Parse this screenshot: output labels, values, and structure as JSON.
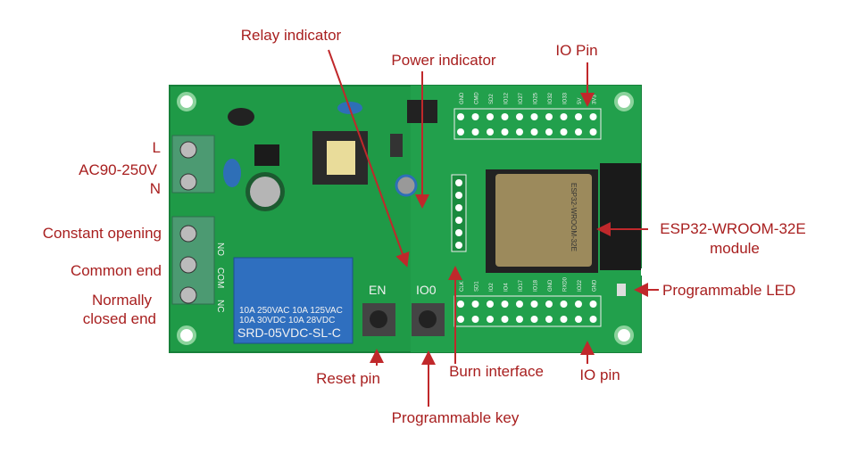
{
  "labels": {
    "relay_indicator": "Relay indicator",
    "power_indicator": "Power indicator",
    "io_pin_top": "IO Pin",
    "l": "L",
    "ac_voltage": "AC90-250V",
    "n": "N",
    "constant_opening": "Constant opening",
    "common_end": "Common end",
    "normally": "Normally",
    "closed_end": "closed end",
    "esp32_module_line1": "ESP32-WROOM-32E",
    "esp32_module_line2": "module",
    "programmable_led": "Programmable LED",
    "reset_pin": "Reset pin",
    "burn_interface": "Burn interface",
    "io_pin_bottom": "IO pin",
    "programmable_key": "Programmable key"
  },
  "board": {
    "button_en": "EN",
    "button_io0": "IO0",
    "terminal_no": "NO",
    "terminal_com": "COM",
    "terminal_nc": "NC",
    "relay_line1": "10A 250VAC  10A 125VAC",
    "relay_line2": "10A  30VDC  10A  28VDC",
    "relay_model": "SRD-05VDC-SL-C",
    "module_text": "ESP32-WROOM-32E",
    "top_pins": [
      "GND",
      "CMD",
      "SD2",
      "IO12",
      "IO27",
      "IO25",
      "IO32",
      "IO33",
      "5V",
      "3V3"
    ],
    "bottom_pins": [
      "CLK",
      "SD1",
      "IO2",
      "IO4",
      "IO17",
      "IO18",
      "GND",
      "RXD0",
      "IO22",
      "GND"
    ]
  },
  "colors": {
    "label": "#a81f1f",
    "pcb": "#1e9a45",
    "arrow": "#c0282b"
  }
}
